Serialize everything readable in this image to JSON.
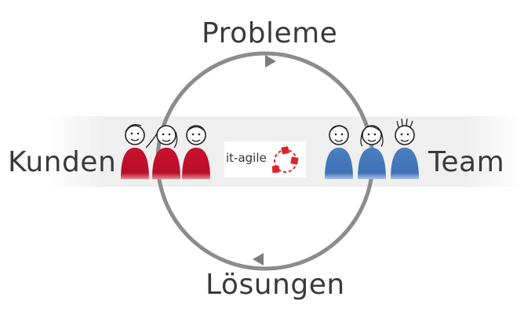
{
  "labels": {
    "top": "Probleme",
    "bottom": "Lösungen",
    "left": "Kunden",
    "right": "Team"
  },
  "logo": {
    "text": "it-agile"
  },
  "colors": {
    "customers": "#c8102e",
    "team": "#4a7fc1",
    "cycle": "#8c8c8c",
    "text": "#3a3a3a",
    "logo_accent": "#d9262c"
  },
  "icons": [
    "person-icon",
    "cycle-arrow-icon",
    "it-agile-logo"
  ]
}
